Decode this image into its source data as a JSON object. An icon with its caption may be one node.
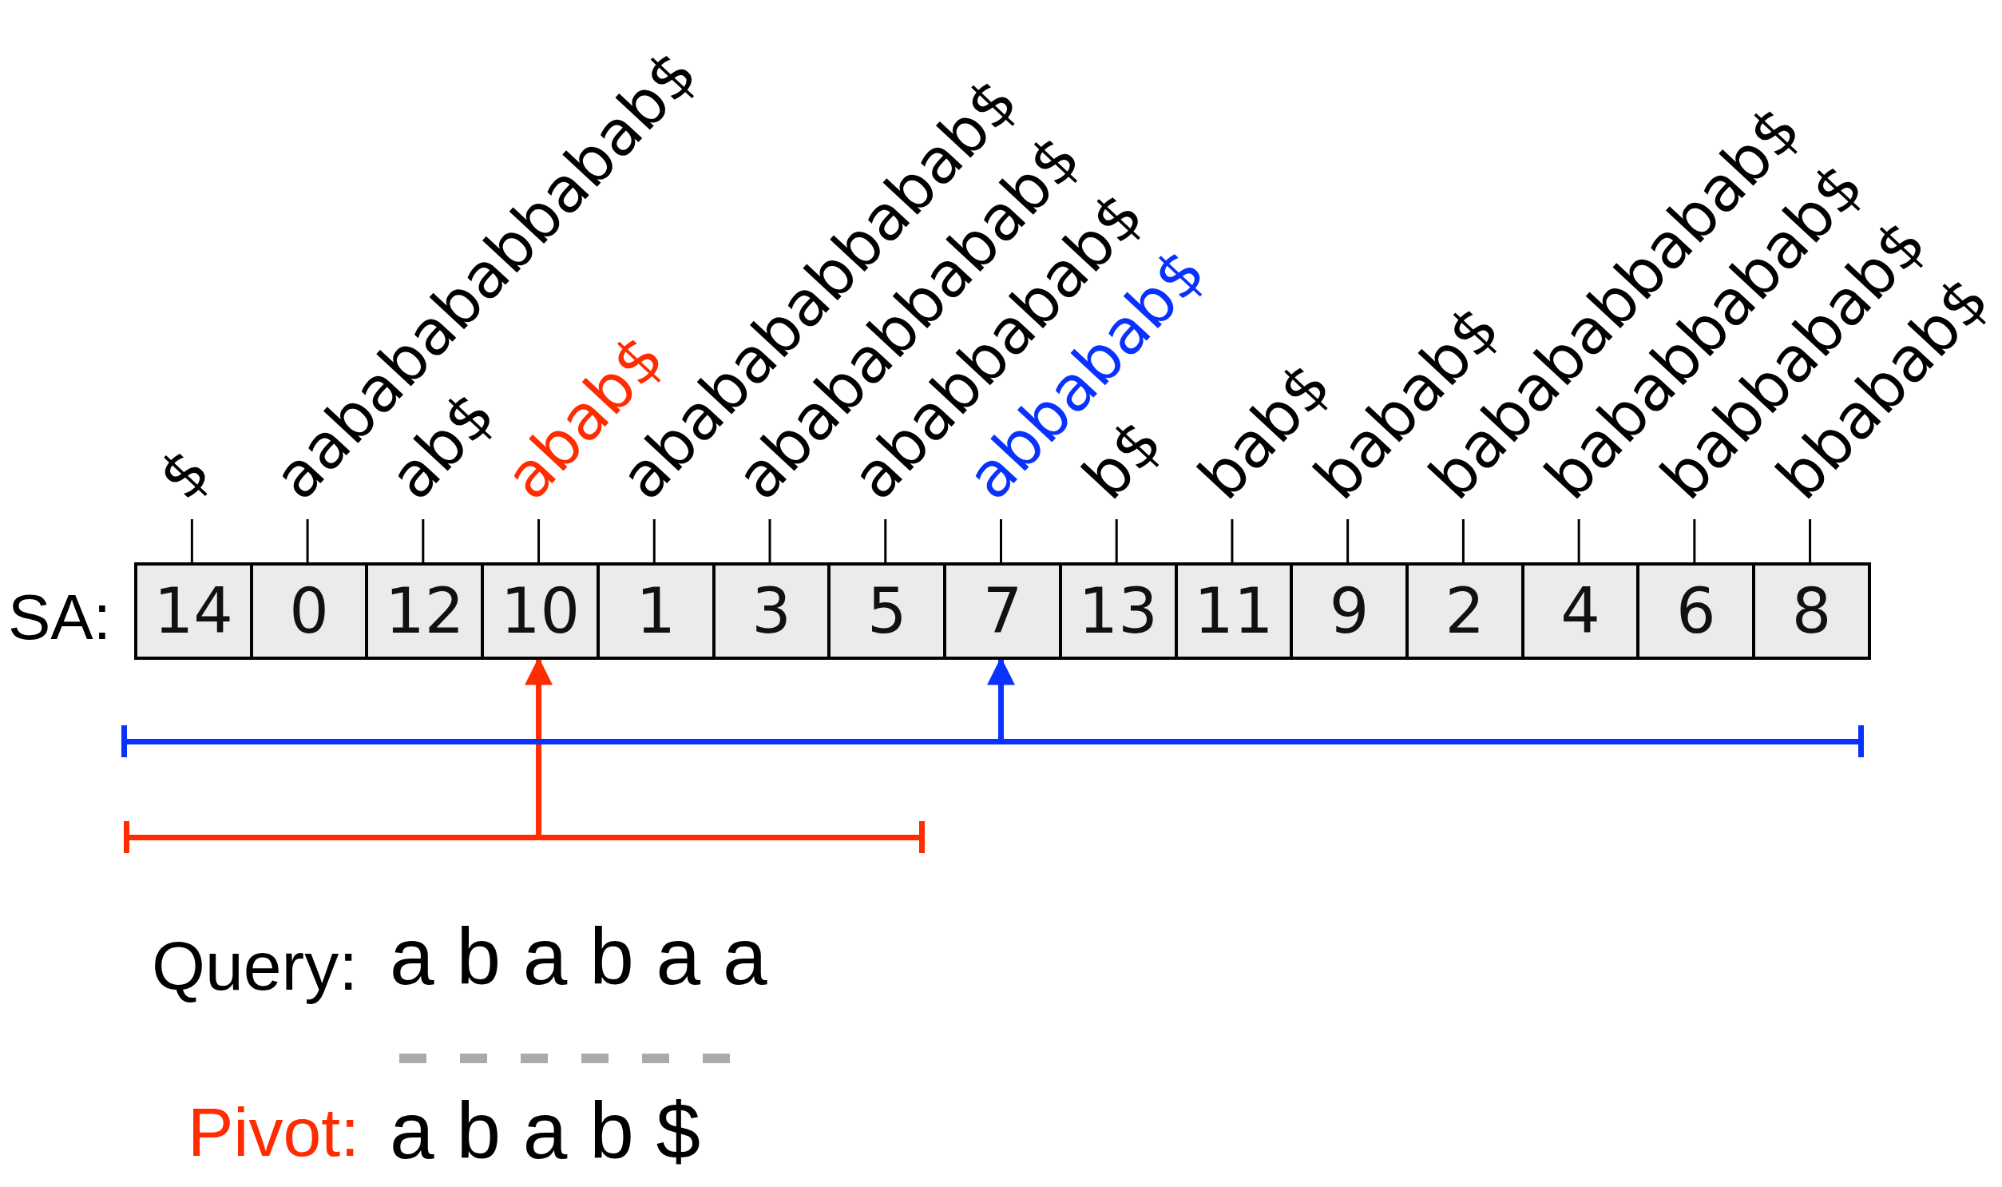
{
  "diagram": {
    "nodes": [
      {
        "text": [
          "$"
        ]
      },
      {
        "text": [
          "aababababbabab$"
        ]
      },
      {
        "text": [
          "ab$"
        ]
      },
      {
        "text": [
          "abab$"
        ]
      },
      {
        "text": [
          "ababababbabab$"
        ]
      },
      {
        "text": [
          "abababbabab$"
        ]
      },
      {
        "text": [
          "ababbabab$"
        ]
      },
      {
        "text": [
          "abbabab$"
        ]
      },
      {
        "text": [
          "b$"
        ]
      },
      {
        "text": [
          "bab$"
        ]
      },
      {
        "text": [
          "babab$"
        ]
      },
      {
        "text": [
          "babababbabab$"
        ]
      },
      {
        "text": [
          "bababbabab$"
        ]
      },
      {
        "text": [
          "babbabab$"
        ]
      },
      {
        "text": [
          "bbabab$"
        ]
      },
      {
        "text": [
          "14"
        ]
      },
      {
        "text": [
          "0"
        ]
      },
      {
        "text": [
          "12"
        ]
      },
      {
        "text": [
          "10"
        ]
      },
      {
        "text": [
          "1"
        ]
      },
      {
        "text": [
          "3"
        ]
      },
      {
        "text": [
          "5"
        ]
      },
      {
        "text": [
          "7"
        ]
      },
      {
        "text": [
          "13"
        ]
      },
      {
        "text": [
          "11"
        ]
      },
      {
        "text": [
          "9"
        ]
      },
      {
        "text": [
          "2"
        ]
      },
      {
        "text": [
          "4"
        ]
      },
      {
        "text": [
          "6"
        ]
      },
      {
        "text": [
          "8"
        ]
      },
      {
        "text": [],
        "shape": "bar"
      },
      {
        "text": [],
        "shape": "bar"
      }
    ],
    "edges": [
      {
        "from": 0,
        "to": 15,
        "arrow": "none"
      },
      {
        "from": 1,
        "to": 16,
        "arrow": "none"
      },
      {
        "from": 2,
        "to": 17,
        "arrow": "none"
      },
      {
        "from": 3,
        "to": 18,
        "arrow": "none"
      },
      {
        "from": 4,
        "to": 19,
        "arrow": "none"
      },
      {
        "from": 5,
        "to": 20,
        "arrow": "none"
      },
      {
        "from": 6,
        "to": 21,
        "arrow": "none"
      },
      {
        "from": 7,
        "to": 22,
        "arrow": "none"
      },
      {
        "from": 8,
        "to": 23,
        "arrow": "none"
      },
      {
        "from": 9,
        "to": 24,
        "arrow": "none"
      },
      {
        "from": 10,
        "to": 25,
        "arrow": "none"
      },
      {
        "from": 11,
        "to": 26,
        "arrow": "none"
      },
      {
        "from": 12,
        "to": 27,
        "arrow": "none"
      },
      {
        "from": 13,
        "to": 28,
        "arrow": "none"
      },
      {
        "from": 14,
        "to": 29,
        "arrow": "none"
      },
      {
        "from": 30,
        "to": 22,
        "arrow": "to",
        "style": "thick",
        "color": "#0a32ff"
      },
      {
        "from": 31,
        "to": 18,
        "arrow": "to",
        "style": "thick",
        "color": "#fe2c00"
      }
    ],
    "labels": [
      "SA:",
      "Query:",
      "a b a b a a",
      "Pivot:",
      "a b a b $"
    ]
  }
}
